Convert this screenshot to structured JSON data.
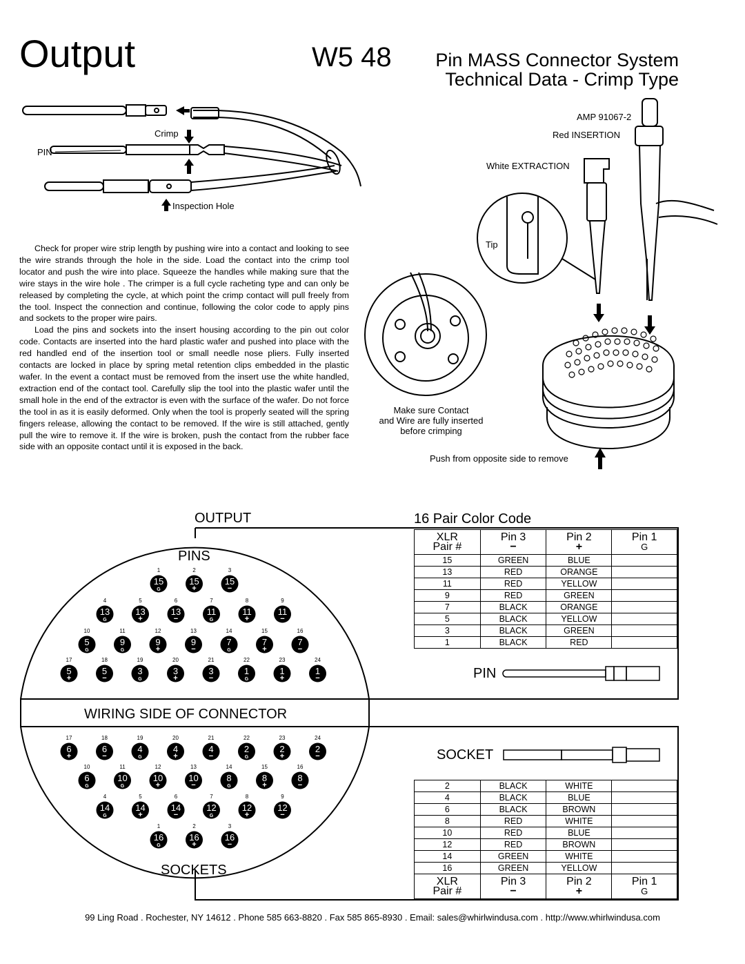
{
  "header": {
    "title": "Output",
    "model": "W5 48",
    "system": "Pin MASS Connector System",
    "subtitle": "Technical Data - Crimp Type"
  },
  "crimp_diagram": {
    "crimp_label": "Crimp",
    "pin_label": "PIN",
    "inspection_label": "Inspection Hole"
  },
  "tool_diagram": {
    "amp_label": "AMP 91067-2",
    "red_label": "Red INSERTION",
    "white_label": "White EXTRACTION",
    "tip_label": "Tip",
    "caption_lines": [
      "Make sure Contact",
      "and Wire are fully inserted",
      "before crimping"
    ],
    "push_label": "Push from opposite side to remove"
  },
  "instructions": [
    "Check for proper wire strip length by pushing wire into a contact and looking to see the wire strands through the hole in the side. Load the contact into the crimp tool locator and push the wire into place. Squeeze the handles while making sure that the wire stays in the wire hole . The crimper is a full cycle racheting type and can only be released by completing the cycle, at which point the crimp contact will pull freely from the tool. Inspect the connection and continue, following the color code to apply pins and sockets to the proper wire pairs.",
    "Load the pins and sockets into the insert housing according to the pin out color code. Contacts are inserted into the hard plastic wafer and pushed into place with the red handled end of the insertion tool or small needle nose pliers. Fully inserted contacts are locked in place by spring metal retention clips embedded in the plastic wafer. In the event a contact must be removed from the insert use the white handled, extraction end of the contact tool. Carefully slip the tool into the plastic wafer until the small hole in the end of the extractor is even with the surface of the wafer. Do not force the tool in as it is easily deformed. Only when the tool is properly seated will the spring fingers release, allowing the contact to be removed. If the wire is still attached, gently pull the wire to remove it. If the wire is broken, push the contact from the rubber face side with an opposite contact until it is exposed in the back."
  ],
  "output_label": "OUTPUT",
  "color_code_title": "16 Pair Color Code",
  "pins_label": "PINS",
  "sockets_label": "SOCKETS",
  "wiring_label": "WIRING SIDE OF CONNECTOR",
  "pin_label": "PIN",
  "socket_label": "SOCKET",
  "table_header": {
    "xlr": "XLR",
    "pair": "Pair #",
    "pin3": "Pin 3",
    "pin2": "Pin 2",
    "pin1": "Pin 1",
    "minus": "−",
    "plus": "+",
    "g": "G"
  },
  "pin_table": [
    [
      "15",
      "GREEN",
      "BLUE"
    ],
    [
      "13",
      "RED",
      "ORANGE"
    ],
    [
      "11",
      "RED",
      "YELLOW"
    ],
    [
      "9",
      "RED",
      "GREEN"
    ],
    [
      "7",
      "BLACK",
      "ORANGE"
    ],
    [
      "5",
      "BLACK",
      "YELLOW"
    ],
    [
      "3",
      "BLACK",
      "GREEN"
    ],
    [
      "1",
      "BLACK",
      "RED"
    ]
  ],
  "socket_table": [
    [
      "2",
      "BLACK",
      "WHITE"
    ],
    [
      "4",
      "BLACK",
      "BLUE"
    ],
    [
      "6",
      "BLACK",
      "BROWN"
    ],
    [
      "8",
      "RED",
      "WHITE"
    ],
    [
      "10",
      "RED",
      "BLUE"
    ],
    [
      "12",
      "RED",
      "BROWN"
    ],
    [
      "14",
      "GREEN",
      "WHITE"
    ],
    [
      "16",
      "GREEN",
      "YELLOW"
    ]
  ],
  "pins_grid": [
    [
      {
        "n": "1",
        "v": "15",
        "s": "G"
      },
      {
        "n": "2",
        "v": "15",
        "s": "+"
      },
      {
        "n": "3",
        "v": "15",
        "s": "−"
      }
    ],
    [
      {
        "n": "4",
        "v": "13",
        "s": "G"
      },
      {
        "n": "5",
        "v": "13",
        "s": "+"
      },
      {
        "n": "6",
        "v": "13",
        "s": "−"
      },
      {
        "n": "7",
        "v": "11",
        "s": "G"
      },
      {
        "n": "8",
        "v": "11",
        "s": "+"
      },
      {
        "n": "9",
        "v": "11",
        "s": "−"
      }
    ],
    [
      {
        "n": "10",
        "v": "5",
        "s": "G"
      },
      {
        "n": "11",
        "v": "9",
        "s": "G"
      },
      {
        "n": "12",
        "v": "9",
        "s": "+"
      },
      {
        "n": "13",
        "v": "9",
        "s": "−"
      },
      {
        "n": "14",
        "v": "7",
        "s": "G"
      },
      {
        "n": "15",
        "v": "7",
        "s": "+"
      },
      {
        "n": "16",
        "v": "7",
        "s": "−"
      }
    ],
    [
      {
        "n": "17",
        "v": "5",
        "s": "+"
      },
      {
        "n": "18",
        "v": "5",
        "s": "−"
      },
      {
        "n": "19",
        "v": "3",
        "s": "G"
      },
      {
        "n": "20",
        "v": "3",
        "s": "+"
      },
      {
        "n": "21",
        "v": "3",
        "s": "−"
      },
      {
        "n": "22",
        "v": "1",
        "s": "G"
      },
      {
        "n": "23",
        "v": "1",
        "s": "+"
      },
      {
        "n": "24",
        "v": "1",
        "s": "−"
      }
    ]
  ],
  "sockets_grid": [
    [
      {
        "n": "17",
        "v": "6",
        "s": "+"
      },
      {
        "n": "18",
        "v": "6",
        "s": "−"
      },
      {
        "n": "19",
        "v": "4",
        "s": "G"
      },
      {
        "n": "20",
        "v": "4",
        "s": "+"
      },
      {
        "n": "21",
        "v": "4",
        "s": "−"
      },
      {
        "n": "22",
        "v": "2",
        "s": "G"
      },
      {
        "n": "23",
        "v": "2",
        "s": "+"
      },
      {
        "n": "24",
        "v": "2",
        "s": "−"
      }
    ],
    [
      {
        "n": "10",
        "v": "6",
        "s": "G"
      },
      {
        "n": "11",
        "v": "10",
        "s": "G"
      },
      {
        "n": "12",
        "v": "10",
        "s": "+"
      },
      {
        "n": "13",
        "v": "10",
        "s": "−"
      },
      {
        "n": "14",
        "v": "8",
        "s": "G"
      },
      {
        "n": "15",
        "v": "8",
        "s": "+"
      },
      {
        "n": "16",
        "v": "8",
        "s": "−"
      }
    ],
    [
      {
        "n": "4",
        "v": "14",
        "s": "G"
      },
      {
        "n": "5",
        "v": "14",
        "s": "+"
      },
      {
        "n": "6",
        "v": "14",
        "s": "−"
      },
      {
        "n": "7",
        "v": "12",
        "s": "G"
      },
      {
        "n": "8",
        "v": "12",
        "s": "+"
      },
      {
        "n": "9",
        "v": "12",
        "s": "−"
      }
    ],
    [
      {
        "n": "1",
        "v": "16",
        "s": "G"
      },
      {
        "n": "2",
        "v": "16",
        "s": "+"
      },
      {
        "n": "3",
        "v": "16",
        "s": "−"
      }
    ]
  ],
  "footer": "99 Ling Road . Rochester, NY 14612 . Phone 585 663-8820 . Fax 585 865-8930 . Email: sales@whirlwindusa.com . http://www.whirlwindusa.com"
}
